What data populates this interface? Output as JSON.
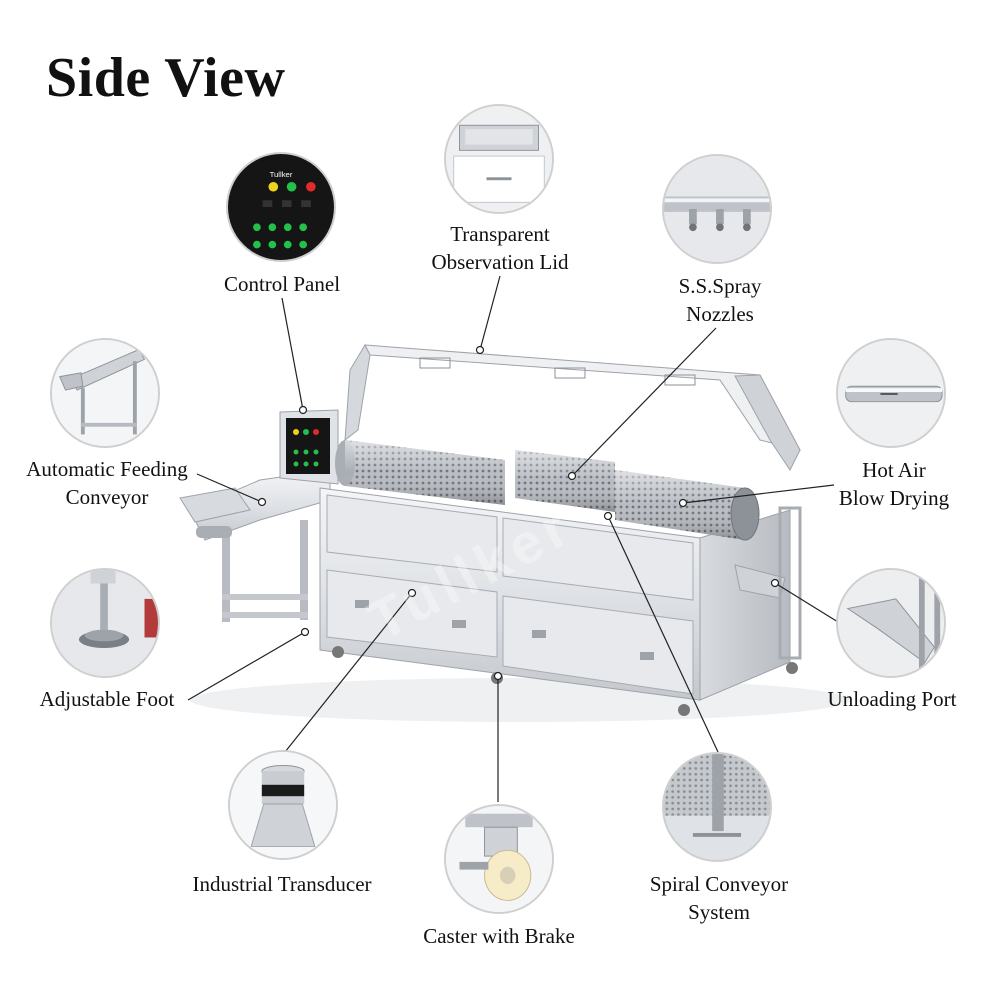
{
  "title": "Side View",
  "watermark": "Tullker",
  "panel_brand": "Tullker",
  "labels": {
    "control_panel": [
      "Control Panel"
    ],
    "observation_lid": [
      "Transparent",
      "Observation Lid"
    ],
    "spray_nozzles": [
      "S.S.Spray",
      "Nozzles"
    ],
    "feeding_conveyor": [
      "Automatic Feeding",
      "Conveyor"
    ],
    "hot_air": [
      "Hot Air",
      "Blow Drying"
    ],
    "adjustable_foot": [
      "Adjustable Foot"
    ],
    "unloading_port": [
      "Unloading Port"
    ],
    "industrial_transducer": [
      "Industrial Transducer"
    ],
    "caster_brake": [
      "Caster with Brake"
    ],
    "spiral_conveyor": [
      "Spiral Conveyor",
      "System"
    ]
  },
  "colors": {
    "steel_light": "#e9ebee",
    "steel_mid": "#c9ccd1",
    "steel_dark": "#8d9299",
    "led_green": "#22c24a",
    "led_yellow": "#f1d21a",
    "led_red": "#e12a2a",
    "panel_black": "#151515",
    "leader_line": "#222222"
  }
}
